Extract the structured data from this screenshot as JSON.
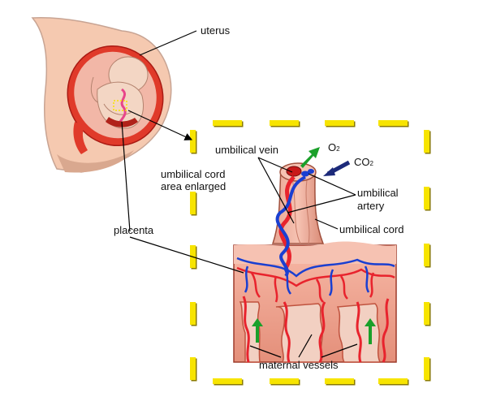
{
  "labels": {
    "uterus": "uterus",
    "umbilical_vein": "umbilical vein",
    "o2": "O",
    "o2_sub": "2",
    "co2": "CO",
    "co2_sub": "2",
    "enlarged_line1": "umbilical cord",
    "enlarged_line2": "area enlarged",
    "artery_line1": "umbilical",
    "artery_line2": "artery",
    "umbilical_cord": "umbilical cord",
    "placenta": "placenta",
    "maternal_vessels": "maternal vessels"
  },
  "colors": {
    "frame_dash": "#f7e400",
    "frame_shadow": "#8a7a00",
    "skin": "#f5c9b0",
    "skin_shadow": "#c8a493",
    "uterus_wall": "#e03a2a",
    "placenta_tissue": "#f0a08c",
    "vein": "#e8232d",
    "artery": "#1a3fd1",
    "arrow_green": "#1aa02a",
    "arrow_navy": "#1c2a7a"
  }
}
